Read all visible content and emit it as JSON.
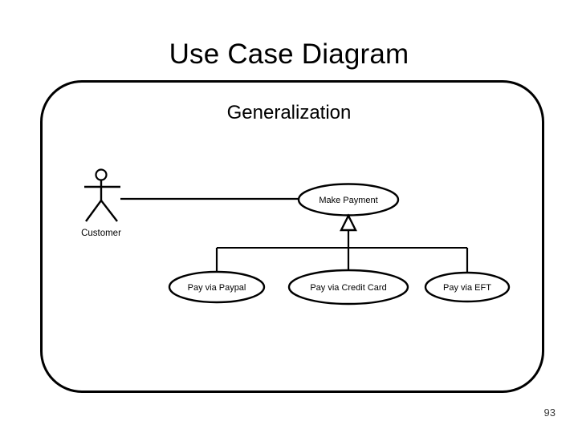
{
  "slide": {
    "title": "Use Case Diagram",
    "subtitle": "Generalization",
    "page_number": "93",
    "colors": {
      "stroke": "#000000",
      "background": "#ffffff",
      "page_number": "#3b3b3b"
    }
  },
  "diagram": {
    "type": "uml-use-case",
    "actor": {
      "name": "Customer",
      "label": "Customer"
    },
    "use_cases": [
      {
        "id": "make-payment",
        "label": "Make Payment",
        "role": "parent"
      },
      {
        "id": "pay-via-paypal",
        "label": "Pay via Paypal",
        "role": "child"
      },
      {
        "id": "pay-via-credit-card",
        "label": "Pay via Credit Card",
        "role": "child"
      },
      {
        "id": "pay-via-eft",
        "label": "Pay via EFT",
        "role": "child"
      }
    ],
    "relationships": [
      {
        "type": "association",
        "from": "Customer",
        "to": "Make Payment"
      },
      {
        "type": "generalization",
        "from": "Pay via Paypal",
        "to": "Make Payment"
      },
      {
        "type": "generalization",
        "from": "Pay via Credit Card",
        "to": "Make Payment"
      },
      {
        "type": "generalization",
        "from": "Pay via EFT",
        "to": "Make Payment"
      }
    ]
  }
}
